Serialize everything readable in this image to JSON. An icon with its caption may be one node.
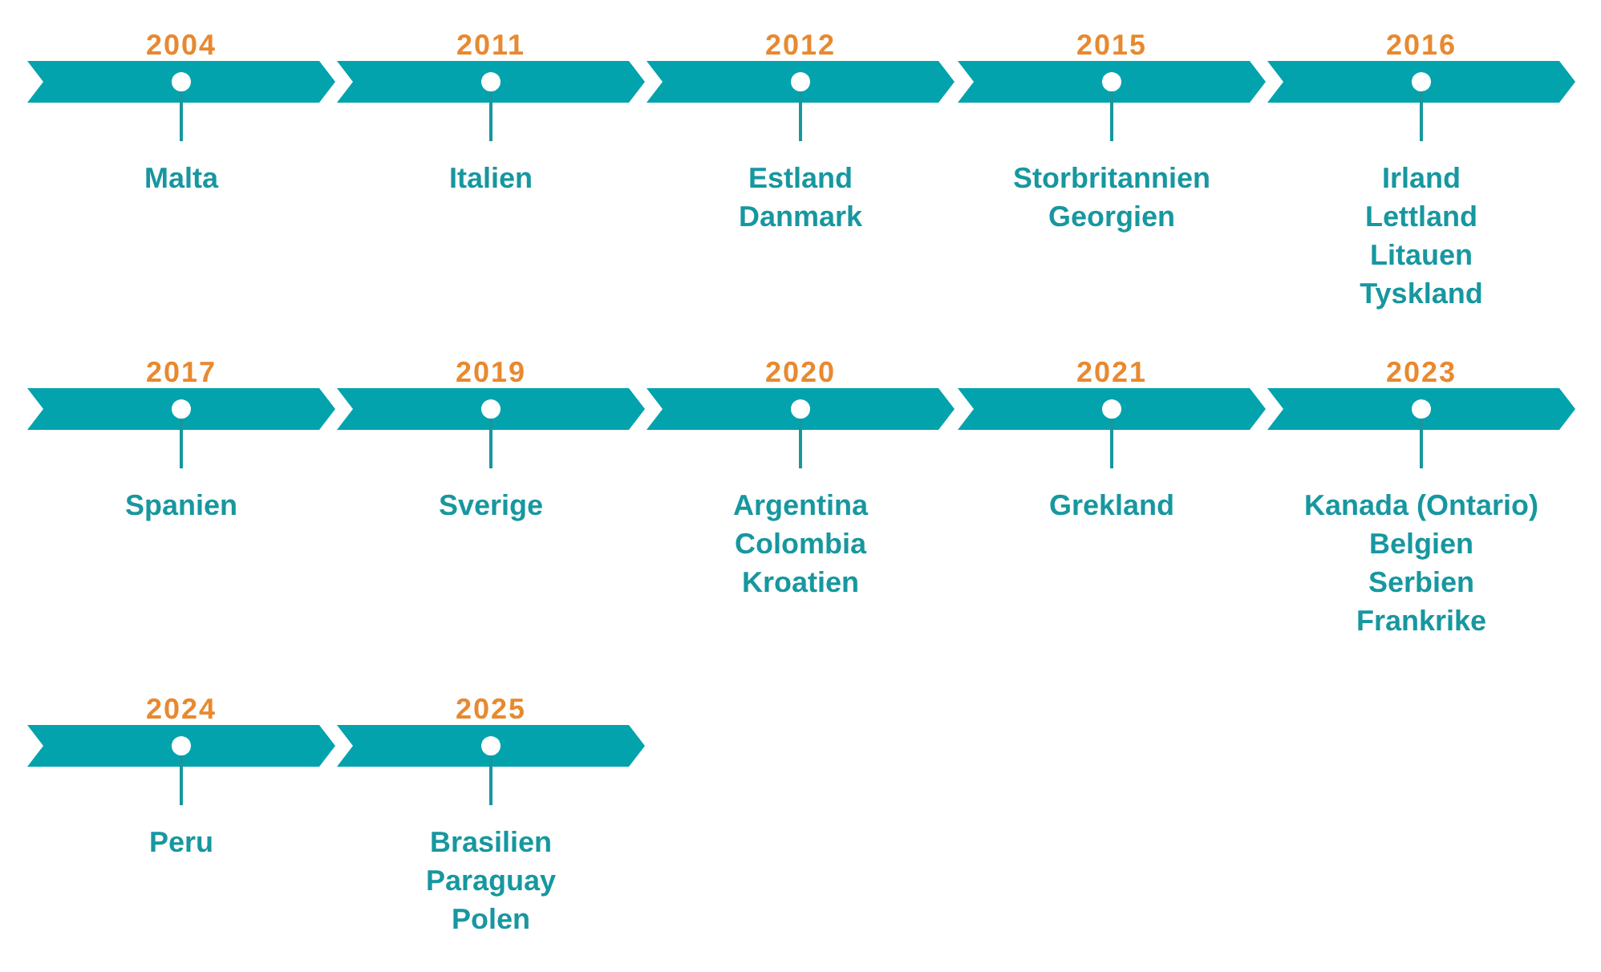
{
  "diagram": {
    "nodes": [
      {
        "text": [
          "2004"
        ],
        "beside": [
          "Malta"
        ]
      },
      {
        "text": [
          "2011"
        ],
        "beside": [
          "Italien"
        ]
      },
      {
        "text": [
          "2012"
        ],
        "beside": [
          "Estland",
          "Danmark"
        ]
      },
      {
        "text": [
          "2015"
        ],
        "beside": [
          "Storbritannien",
          "Georgien"
        ]
      },
      {
        "text": [
          "2016"
        ],
        "beside": [
          "Irland",
          "Lettland",
          "Litauen",
          "Tyskland"
        ]
      },
      {
        "text": [
          "2017"
        ],
        "beside": [
          "Spanien"
        ]
      },
      {
        "text": [
          "2019"
        ],
        "beside": [
          "Sverige"
        ]
      },
      {
        "text": [
          "2020"
        ],
        "beside": [
          "Argentina",
          "Colombia",
          "Kroatien"
        ]
      },
      {
        "text": [
          "2021"
        ],
        "beside": [
          "Grekland"
        ]
      },
      {
        "text": [
          "2023"
        ],
        "beside": [
          "Kanada (Ontario)",
          "Belgien",
          "Serbien",
          "Frankrike"
        ]
      },
      {
        "text": [
          "2024"
        ],
        "beside": [
          "Peru"
        ]
      },
      {
        "text": [
          "2025"
        ],
        "beside": [
          "Brasilien",
          "Paraguay",
          "Polen"
        ]
      }
    ]
  }
}
